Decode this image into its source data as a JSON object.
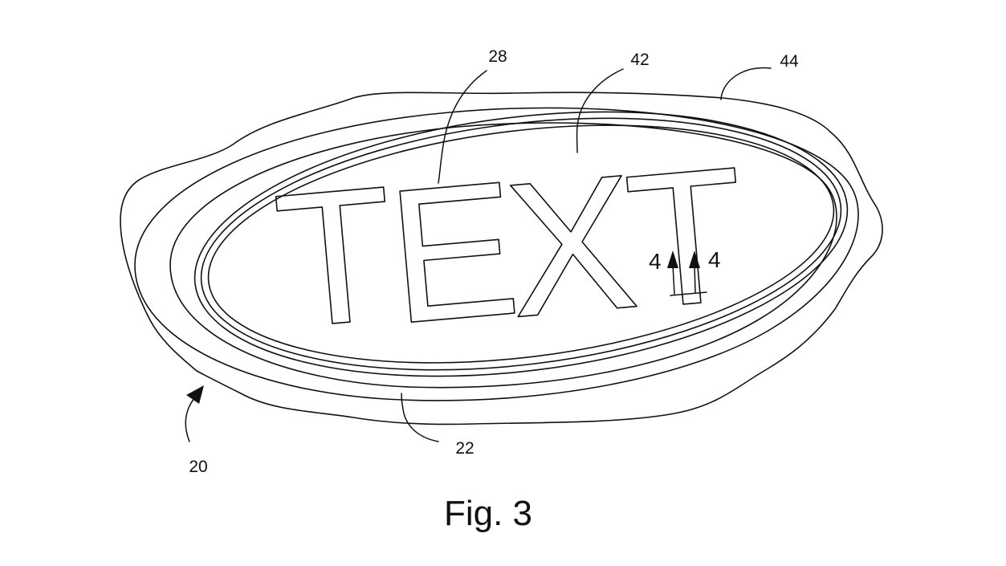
{
  "figure": {
    "caption": "Fig. 3",
    "emblem_text": [
      "T",
      "E",
      "X",
      "T"
    ],
    "reference_numerals": {
      "assembly": "20",
      "outer_border": "22",
      "lettering": "28",
      "face": "42",
      "substrate": "44"
    },
    "section_markers": [
      "4",
      "4"
    ]
  }
}
